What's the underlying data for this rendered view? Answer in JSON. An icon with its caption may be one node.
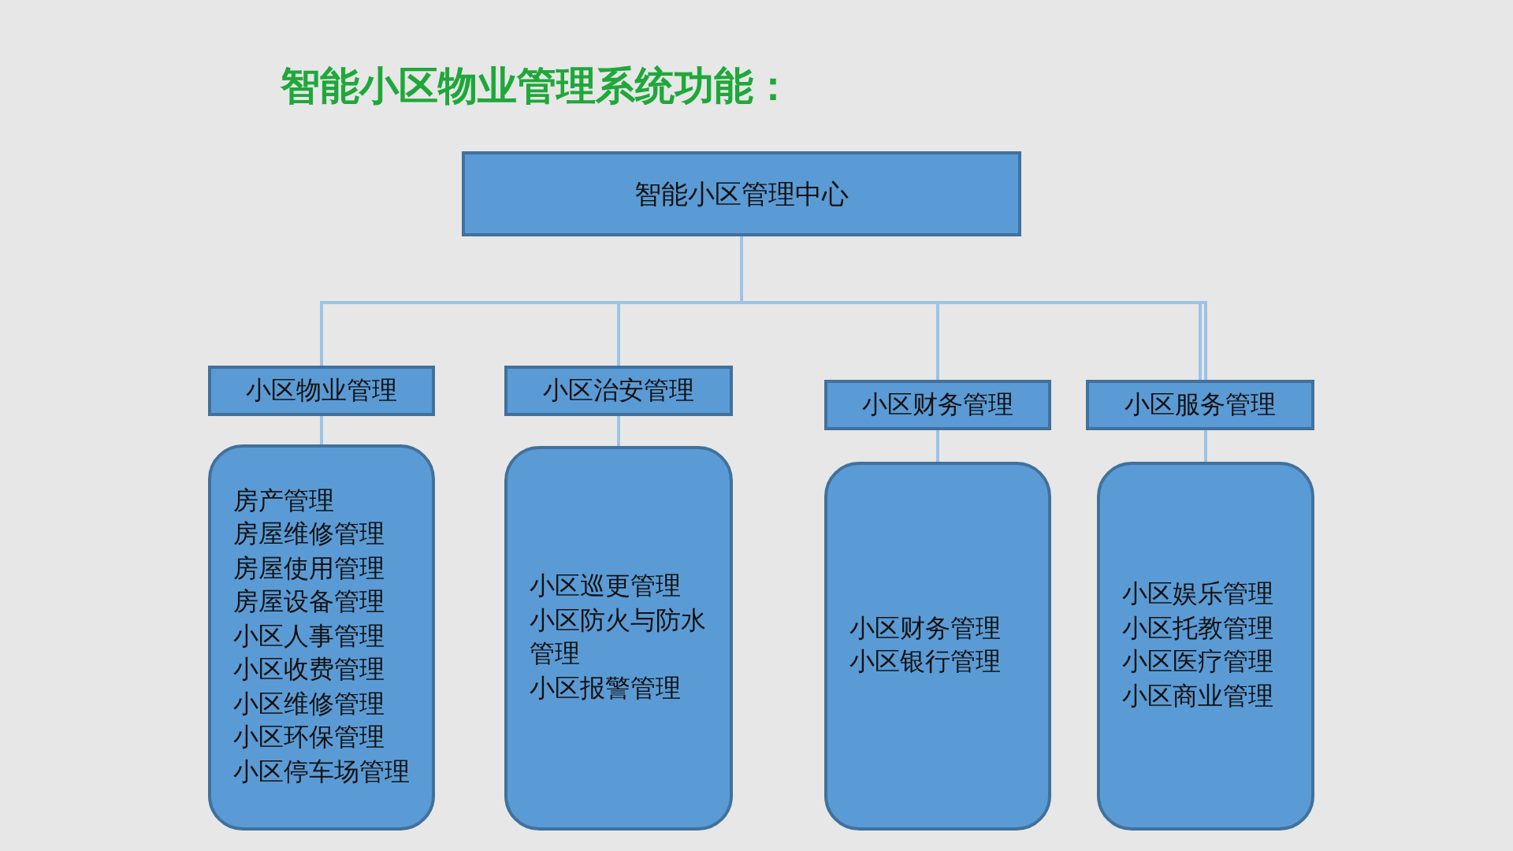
{
  "diagram": {
    "title": "智能小区物业管理系统功能：",
    "nodes": [
      {
        "text": [
          "智能小区管理中心"
        ]
      },
      {
        "text": [
          "小区物业管理"
        ]
      },
      {
        "text": [
          "小区治安管理"
        ]
      },
      {
        "text": [
          "小区财务管理"
        ]
      },
      {
        "text": [
          "小区服务管理"
        ]
      },
      {
        "text": [
          "房产管理",
          "房屋维修管理",
          "房屋使用管理",
          "房屋设备管理",
          "小区人事管理",
          "小区收费管理",
          "小区维修管理",
          "小区环保管理",
          "小区停车场管理"
        ]
      },
      {
        "text": [
          "小区巡更管理",
          "小区防火与防水管理",
          "小区报警管理"
        ]
      },
      {
        "text": [
          "小区财务管理",
          "小区银行管理"
        ]
      },
      {
        "text": [
          "小区娱乐管理",
          "小区托教管理",
          "小区医疗管理",
          "小区商业管理"
        ]
      }
    ],
    "edges": [
      {
        "from": 0,
        "to": 1,
        "arrow": "none"
      },
      {
        "from": 0,
        "to": 2,
        "arrow": "none"
      },
      {
        "from": 0,
        "to": 3,
        "arrow": "none"
      },
      {
        "from": 0,
        "to": 4,
        "arrow": "none"
      },
      {
        "from": 1,
        "to": 5,
        "arrow": "none"
      },
      {
        "from": 2,
        "to": 6,
        "arrow": "none"
      },
      {
        "from": 3,
        "to": 7,
        "arrow": "none"
      },
      {
        "from": 4,
        "to": 8,
        "arrow": "none"
      }
    ]
  }
}
